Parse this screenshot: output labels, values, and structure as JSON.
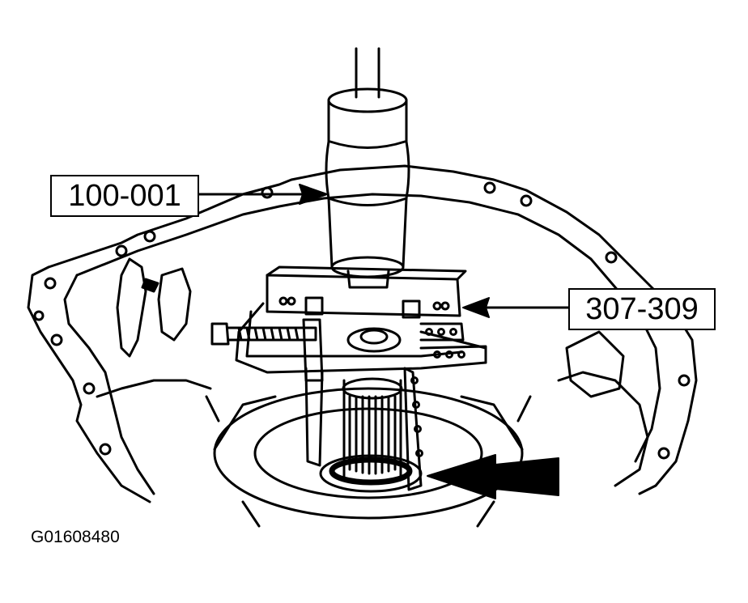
{
  "callouts": {
    "tool_handle": "100-001",
    "puller": "307-309"
  },
  "figure_id": "G01608480",
  "colors": {
    "line": "#000000",
    "background": "#ffffff"
  }
}
